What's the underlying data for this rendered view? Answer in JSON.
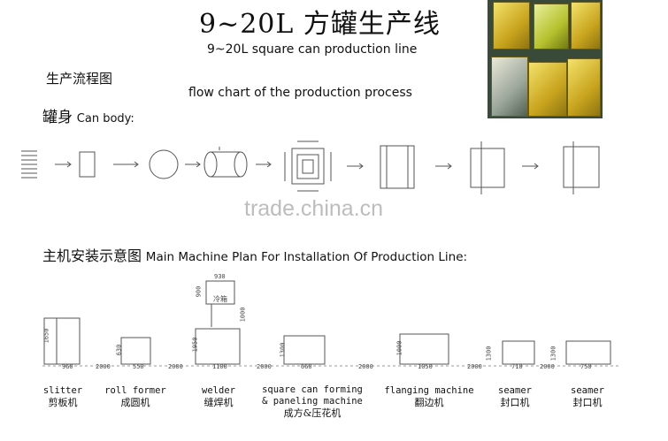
{
  "header": {
    "title": "9~20L 方罐生产线",
    "subtitle": "9~20L square can production line"
  },
  "flow": {
    "label_cn": "生产流程图",
    "label_en": "flow chart of the production process",
    "can_body_cn": "罐身",
    "can_body_en": "Can body:"
  },
  "watermark": "trade.china.cn",
  "plan": {
    "title_cn": "主机安装示意图",
    "title_en": "Main Machine Plan For Installation Of Production Line:",
    "dims": {
      "slitter_h": "1650",
      "slitter_w": "960",
      "gap1": "2000",
      "roll_h": "630",
      "roll_w": "550",
      "gap2": "2000",
      "welder_top": "930",
      "welder_side": "900",
      "welder_box": "冷箱",
      "welder_mid": "1000",
      "welder_h": "1950",
      "welder_w": "1100",
      "gap3": "2000",
      "form_h": "1300",
      "form_w": "660",
      "gap4": "2000",
      "flange_h": "1000",
      "flange_w": "1050",
      "gap5": "2000",
      "seamer1_h": "1300",
      "seamer1_w": "710",
      "gap6": "2000",
      "seamer2_h": "1300",
      "seamer2_w": "750"
    },
    "machines": [
      {
        "en": "slitter",
        "cn": "剪板机"
      },
      {
        "en": "roll former",
        "cn": "成圆机"
      },
      {
        "en": "welder",
        "cn": "缝焊机"
      },
      {
        "en": "square can forming",
        "en2": "& paneling machine",
        "cn": "成方&压花机"
      },
      {
        "en": "flanging machine",
        "cn": "翻边机"
      },
      {
        "en": "seamer",
        "cn": "封口机"
      },
      {
        "en": "seamer",
        "cn": "封口机"
      }
    ]
  }
}
